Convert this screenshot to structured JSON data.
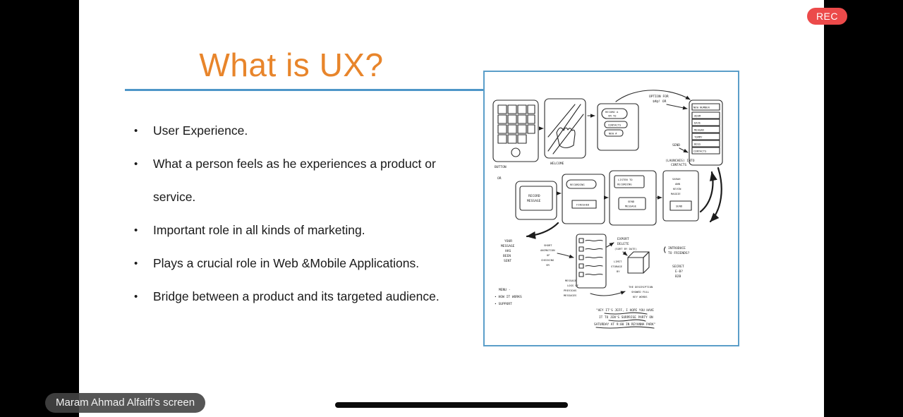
{
  "overlay": {
    "rec_label": "REC",
    "screen_share_label": "Maram Ahmad Alfaifi's screen"
  },
  "colors": {
    "title_orange": "#E8852B",
    "underline_blue": "#4E96C8",
    "sketch_border_blue": "#5B9EC9",
    "rec_red": "#EC4A4A",
    "letterbox_black": "#000000"
  },
  "slide": {
    "title": "What is UX?",
    "bullet_marker": "•",
    "bullets": [
      "User Experience.",
      "What a person feels as he experiences a product or service.",
      "Important role in all kinds of marketing.",
      "Plays a crucial  role in Web &Mobile Applications.",
      "Bridge between a product and its targeted audience."
    ]
  },
  "sketch": {
    "labels": {
      "button": "BUTTON",
      "welcome": "WELCOME",
      "or": "OR",
      "record_a": "RECORD A",
      "vm_to": "VM TO",
      "contacts_btn": "CONTACTS",
      "new_num_btn": "NEW #",
      "option_1": "OPTION FOR",
      "option_2": "$#@! OR",
      "send_top": "SEND",
      "row_new_number": "NEW NUMBER",
      "row_adam": "ADAM",
      "row_dave": "DAVE",
      "row_meagan": "MEAGAN",
      "row_tommy": "TOMMY",
      "row_boss": "BOSS",
      "row_contacts": "CONTACTS",
      "launches_1": "(LAUNCHES) INTO",
      "launches_2": "CONTACTS",
      "record_msg_1": "RECORD",
      "record_msg_2": "MESSAGE",
      "recording": "RECORDING",
      "finished": "FINISHED",
      "listen_1": "LISTEN TO",
      "listen_2": "RECORDING",
      "send_msg_1": "SEND",
      "send_msg_2": "MESSAGE",
      "name_sarah": "SARAH",
      "name_ann": "ANN",
      "name_kevin": "KEVIN",
      "name_maggie": "MAGGIE",
      "send_btn": "SEND",
      "your_1": "YOUR",
      "your_2": "MESSAGE",
      "your_3": "HAS",
      "your_4": "BEEN",
      "your_5": "SENT",
      "anim_1": "SHORT",
      "anim_2": "ANIMATION",
      "anim_3": "OF",
      "anim_4": "CHECKING",
      "anim_5": "VM",
      "export_1": "EXPORT",
      "export_2": "DELETE",
      "export_3": "(SORT BY DATE)",
      "limit_1": "LIMIT",
      "limit_2": "STORAGE",
      "limit_3": "BY",
      "intro_1": "INTRODUCE",
      "intro_2": "TO FRIENDS?",
      "secret_1": "SECRET",
      "secret_2": "E-B?",
      "secret_3": "B2B",
      "logs_1": "MESSAGE",
      "logs_2": "LOGS OF",
      "logs_3": "PREVIOUS",
      "logs_4": "MESSAGES",
      "desc_1": "THE DESCRIPTION",
      "desc_2": "SHOWED FULL",
      "desc_3": "KEY WORDS",
      "menu_1": "MENU -",
      "menu_2": "• HOW IT WORKS",
      "menu_3": "• SUPPORT",
      "quote_1": "\"HEY IT'S JEFF, I HOPE YOU HAVE",
      "quote_2": "IT TO JEN'S SURPRISE PARTY ON",
      "quote_3": "SATURDAY AT 9:00 IN REYANNA PARK\""
    }
  }
}
